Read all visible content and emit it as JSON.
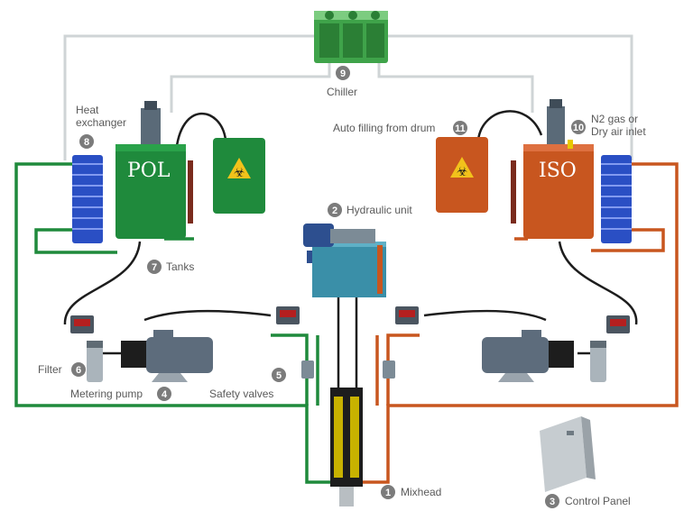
{
  "tanks": {
    "pol_label": "POL",
    "iso_label": "ISO"
  },
  "components": [
    {
      "number": "1",
      "label": "Mixhead"
    },
    {
      "number": "2",
      "label": "Hydraulic unit"
    },
    {
      "number": "3",
      "label": "Control Panel"
    },
    {
      "number": "4",
      "label": "Metering pump"
    },
    {
      "number": "5",
      "label": "Safety valves"
    },
    {
      "number": "6",
      "label": "Filter"
    },
    {
      "number": "7",
      "label": "Tanks"
    },
    {
      "number": "8",
      "label_line1": "Heat",
      "label_line2": "exchanger"
    },
    {
      "number": "9",
      "label": "Chiller"
    },
    {
      "number": "10",
      "label_line1": "N2 gas or",
      "label_line2": "Dry air inlet"
    },
    {
      "number": "11",
      "label": "Auto filling from drum"
    }
  ],
  "colors": {
    "pol_green": "#1f8a3c",
    "iso_orange": "#c8561f",
    "heat_exchanger_blue": "#2a4fc4",
    "hydraulic_teal": "#3a8fa8",
    "badge_gray": "#7b7b7b",
    "chiller_green": "#3fa34a"
  }
}
